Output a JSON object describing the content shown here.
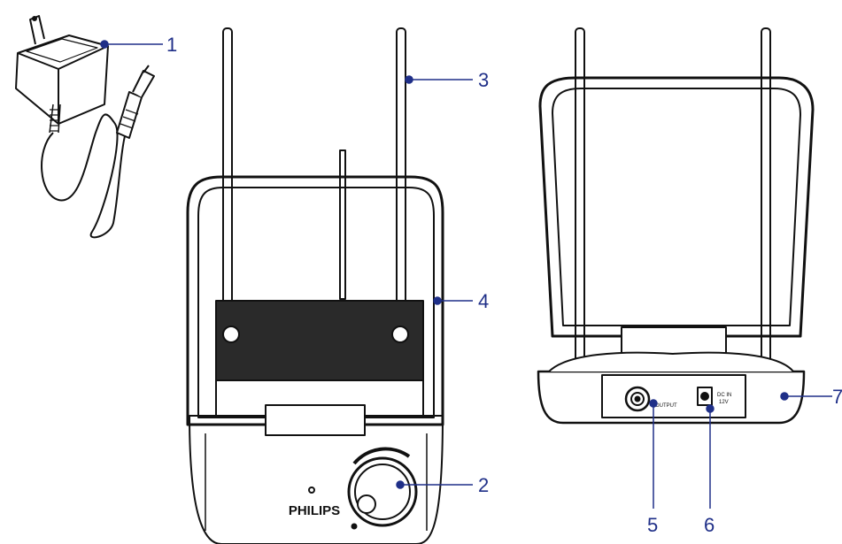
{
  "callouts": [
    {
      "number": "1"
    },
    {
      "number": "2"
    },
    {
      "number": "3"
    },
    {
      "number": "4"
    },
    {
      "number": "5"
    },
    {
      "number": "6"
    },
    {
      "number": "7"
    }
  ],
  "labels": {
    "brand": "PHILIPS",
    "output_port": "OUTPUT",
    "dc_in_line1": "DC IN",
    "dc_in_line2": "12V"
  },
  "colors": {
    "callout": "#1f2f88",
    "line_art": "#111111"
  }
}
